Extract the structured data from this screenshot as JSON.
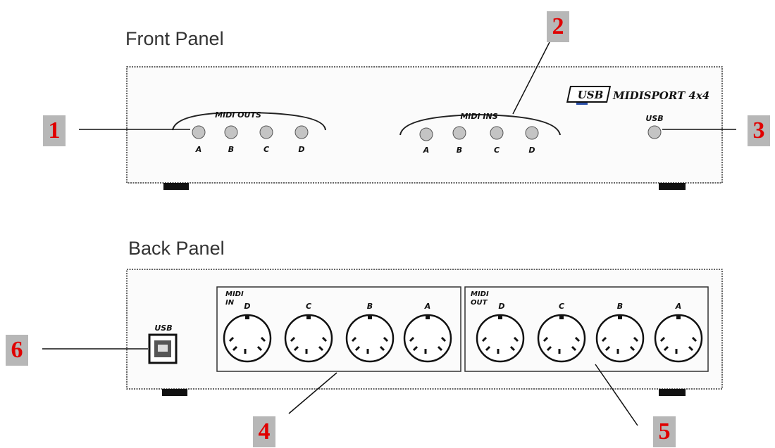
{
  "front_panel": {
    "title": "Front Panel",
    "midi_outs": {
      "label": "MIDI OUTS",
      "ports": [
        "A",
        "B",
        "C",
        "D"
      ]
    },
    "midi_ins": {
      "label": "MIDI INS",
      "ports": [
        "A",
        "B",
        "C",
        "D"
      ]
    },
    "brand": {
      "logo_text": "USB",
      "model_text": "MIDISPORT 4x4"
    },
    "usb_led_label": "USB"
  },
  "back_panel": {
    "title": "Back Panel",
    "usb_label": "USB",
    "midi_in": {
      "label_line1": "MIDI",
      "label_line2": "IN",
      "ports": [
        "D",
        "C",
        "B",
        "A"
      ]
    },
    "midi_out": {
      "label_line1": "MIDI",
      "label_line2": "OUT",
      "ports": [
        "D",
        "C",
        "B",
        "A"
      ]
    }
  },
  "callouts": [
    "1",
    "2",
    "3",
    "4",
    "5",
    "6"
  ],
  "colors": {
    "callout_text": "#e00000",
    "callout_bg": "#b7b7b7",
    "led": "#c4c4c4"
  }
}
